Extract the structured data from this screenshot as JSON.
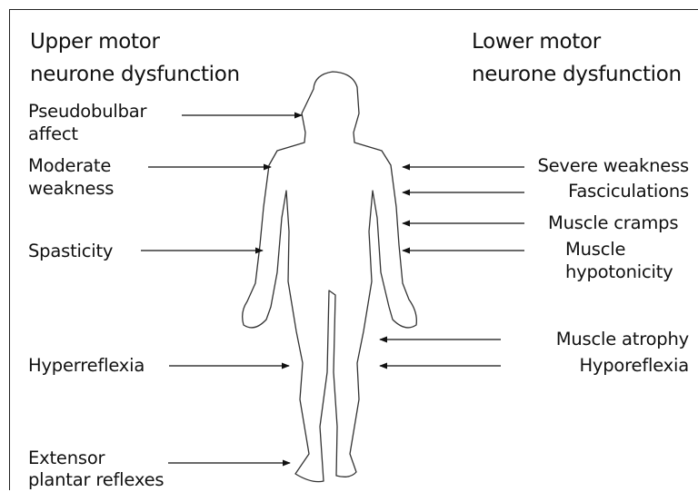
{
  "headings": {
    "upper": [
      "Upper motor",
      "neurone dysfunction"
    ],
    "lower": [
      "Lower motor",
      "neurone dysfunction"
    ]
  },
  "upper_signs": [
    [
      "Pseudobulbar",
      "affect"
    ],
    [
      "Moderate",
      "weakness"
    ],
    [
      "Spasticity"
    ],
    [
      "Hyperreflexia"
    ],
    [
      "Extensor",
      "plantar reflexes"
    ]
  ],
  "lower_signs": [
    [
      "Severe weakness"
    ],
    [
      "Fasciculations"
    ],
    [
      "Muscle cramps"
    ],
    [
      "Muscle",
      "hypotonicity"
    ],
    [
      "Muscle atrophy"
    ],
    [
      "Hyporeflexia"
    ]
  ]
}
